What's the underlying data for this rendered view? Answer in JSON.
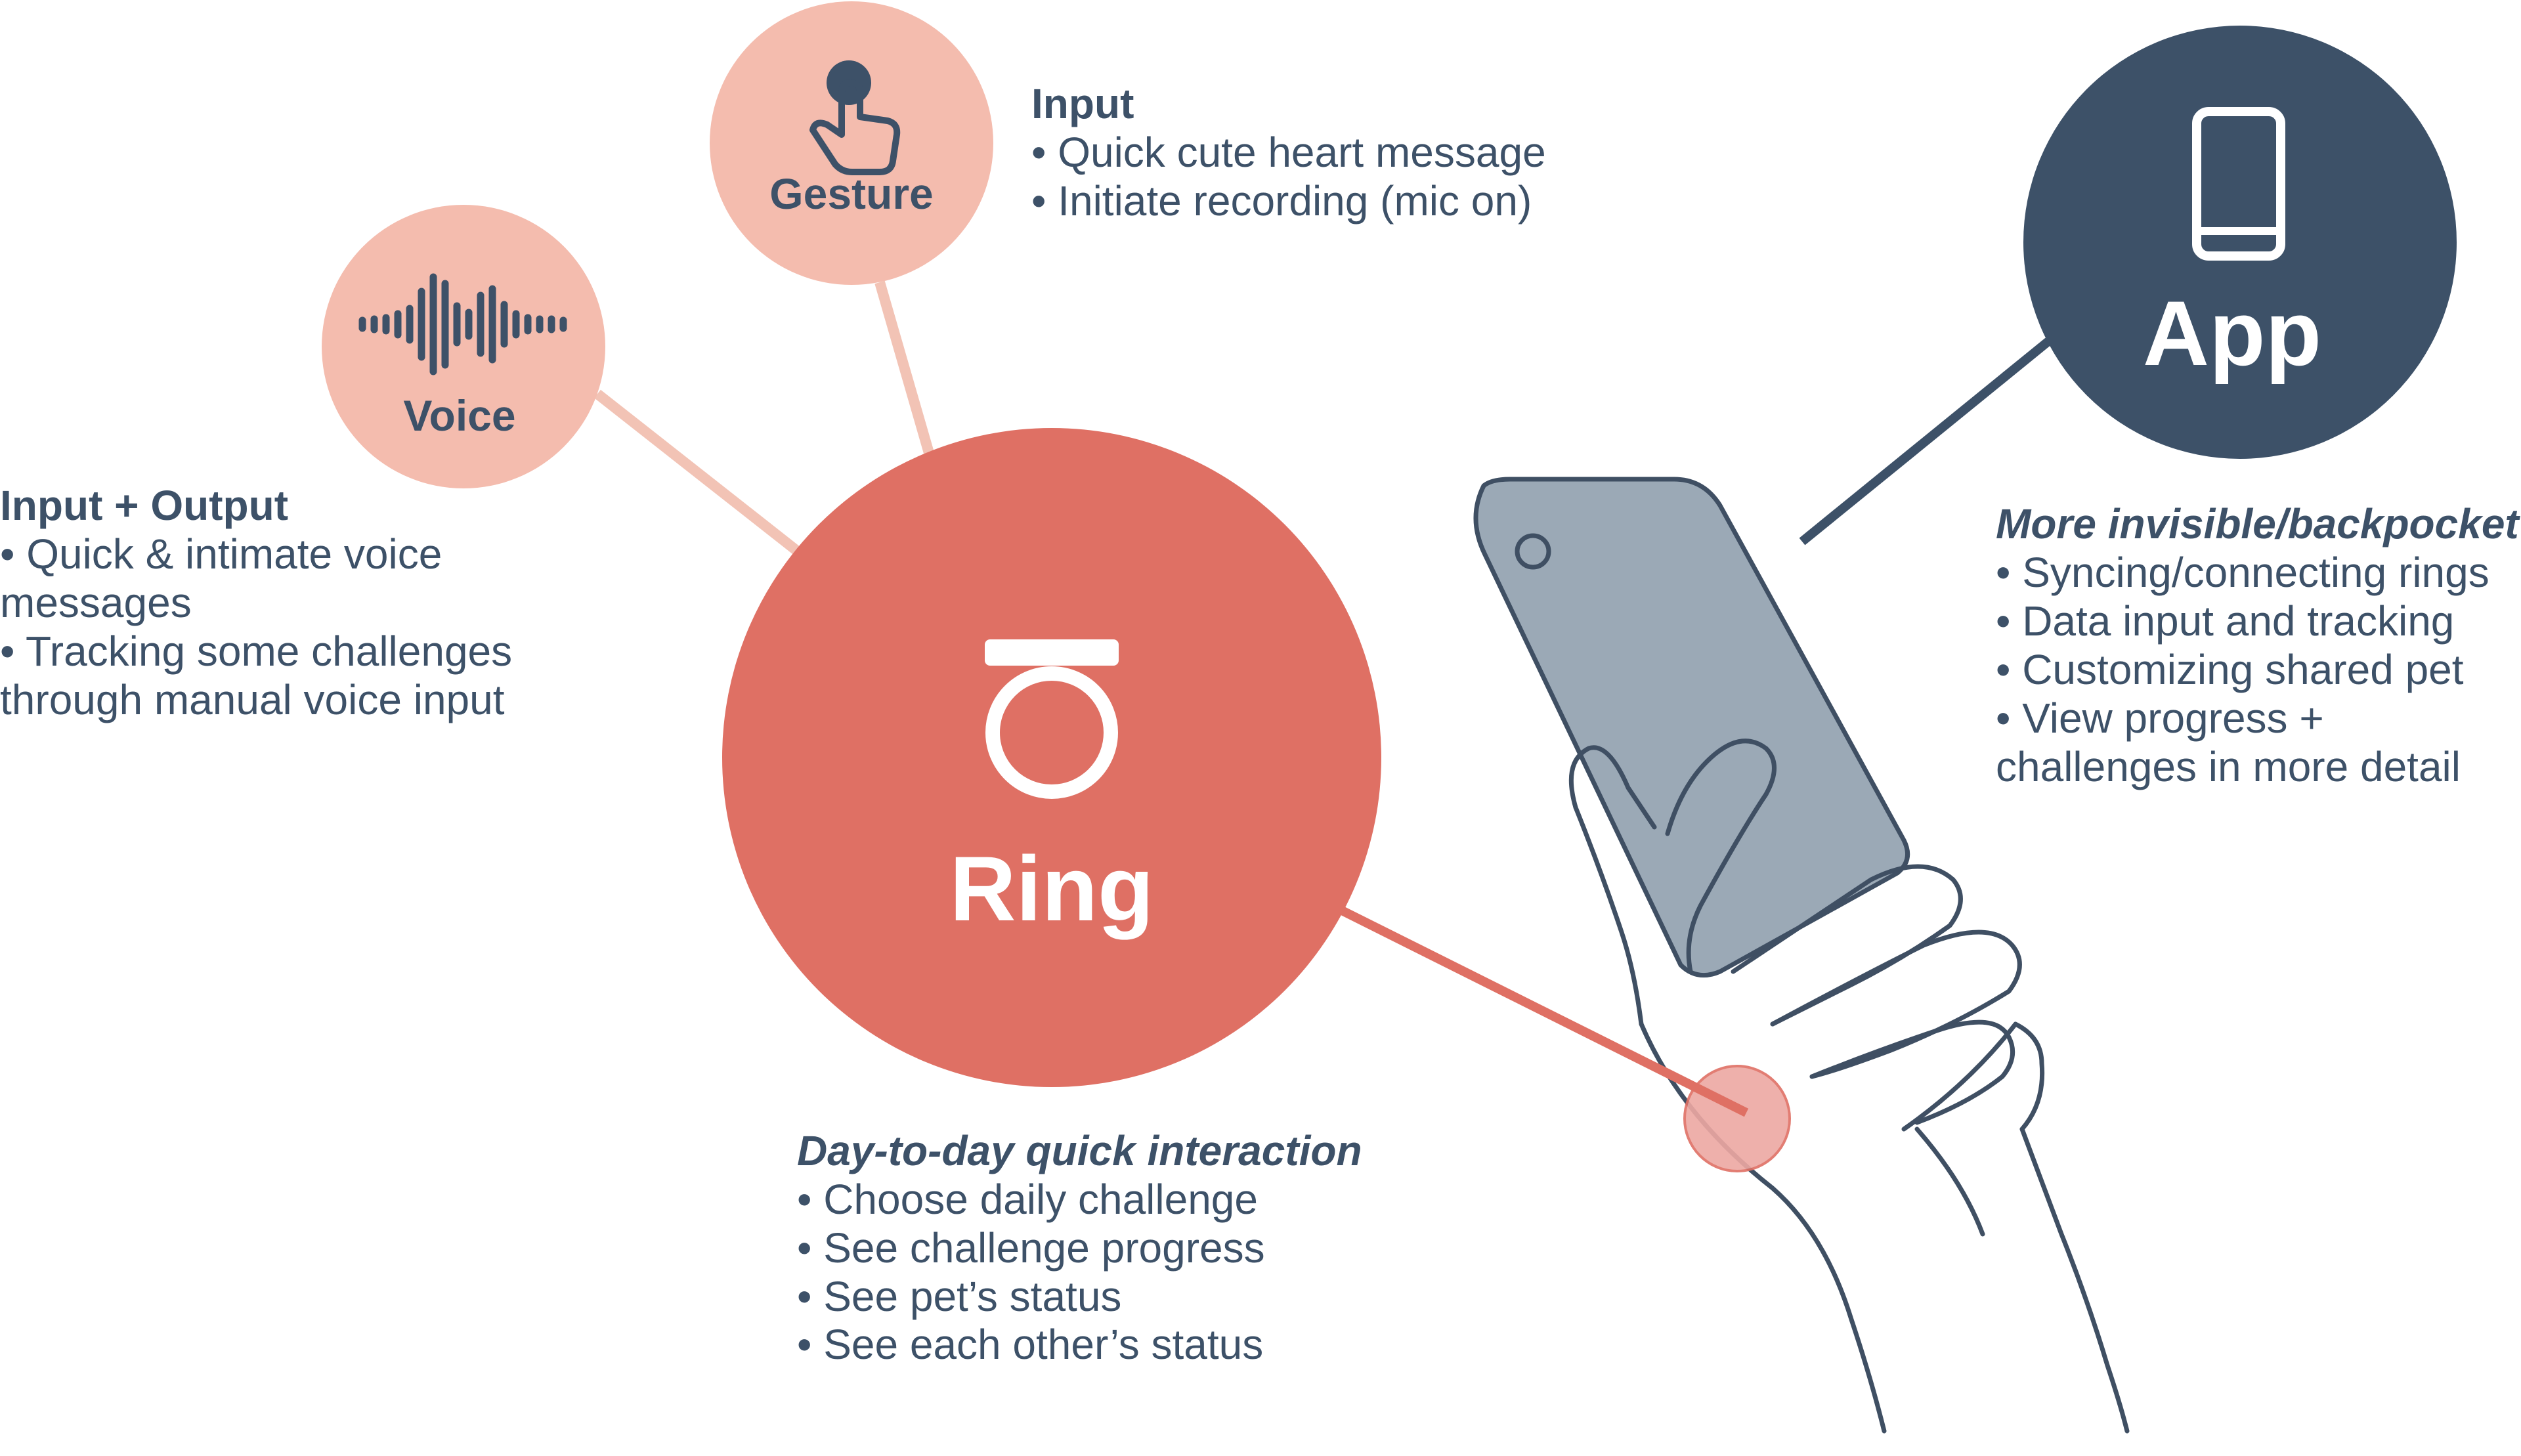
{
  "colors": {
    "ring": "#df7064",
    "soft": "#f4bcae",
    "soft_line": "#f2c3b5",
    "app": "#3d5168",
    "text": "#3d5168",
    "phone_fill": "#9ba9b6",
    "hand_stroke": "#3f4f63",
    "touch_dot": "#eda8a3"
  },
  "nodes": {
    "gesture": {
      "label": "Gesture",
      "icon": "tap-finger-icon"
    },
    "voice": {
      "label": "Voice",
      "icon": "soundwave-icon"
    },
    "ring": {
      "label": "Ring",
      "icon": "ring-icon"
    },
    "app": {
      "label": "App",
      "icon": "smartphone-icon"
    }
  },
  "descriptions": {
    "gesture": {
      "heading": "Input",
      "lines": [
        "• Quick cute heart message",
        "• Initiate recording (mic on)"
      ]
    },
    "voice": {
      "heading": "Input + Output",
      "lines": [
        "• Quick & intimate voice",
        "messages",
        "• Tracking some challenges",
        "through manual voice input"
      ]
    },
    "ring": {
      "heading": "Day-to-day quick interaction",
      "lines": [
        "• Choose daily challenge",
        "• See challenge progress",
        "• See pet’s status",
        "• See each other’s status"
      ]
    },
    "app": {
      "heading": "More invisible/backpocket",
      "lines": [
        "• Syncing/connecting rings",
        "• Data input and tracking",
        "• Customizing shared pet",
        "• View progress +",
        "challenges in more detail"
      ]
    }
  },
  "illustration": {
    "icon": "hand-holding-phone-icon"
  }
}
